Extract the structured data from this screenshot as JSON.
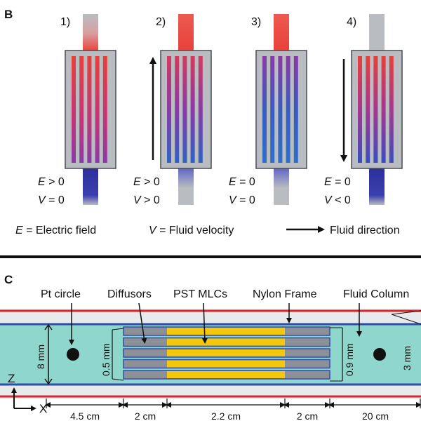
{
  "panel_b": {
    "letter": "B",
    "stages": [
      {
        "number": "1)",
        "e_var": "E",
        "e_op": " > 0",
        "v_var": "V",
        "v_op": " = 0",
        "top_tube": "hot-fade",
        "bottom_tube": "cold",
        "fin_gradient": "red-to-purple",
        "arrow": "none"
      },
      {
        "number": "2)",
        "e_var": "E",
        "e_op": " > 0",
        "v_var": "V",
        "v_op": " > 0",
        "top_tube": "hot",
        "bottom_tube": "cold-fade",
        "fin_gradient": "purple-to-blue",
        "arrow": "up"
      },
      {
        "number": "3)",
        "e_var": "E",
        "e_op": " = 0",
        "v_var": "V",
        "v_op": " = 0",
        "top_tube": "hot",
        "bottom_tube": "cold-fade",
        "fin_gradient": "purple-to-deepblue",
        "arrow": "none"
      },
      {
        "number": "4)",
        "e_var": "E",
        "e_op": " = 0",
        "v_var": "V",
        "v_op": " < 0",
        "top_tube": "grey",
        "bottom_tube": "cold",
        "fin_gradient": "red-to-blue",
        "arrow": "down"
      }
    ],
    "legend": {
      "e_var": "E",
      "e_text": " = Electric field",
      "v_var": "V",
      "v_text": " = Fluid velocity",
      "arrow_text": "Fluid direction"
    }
  },
  "panel_c": {
    "letter": "C",
    "labels": {
      "pt_circle": "Pt circle",
      "diffusors": "Diffusors",
      "pst_mlcs": "PST MLCs",
      "nylon_frame": "Nylon Frame",
      "fluid_column": "Fluid Column"
    },
    "dimensions": {
      "height_8mm": "8 mm",
      "gap_05mm": "0.5 mm",
      "stack_09mm": "0.9 mm",
      "channel_3mm": "3 mm"
    },
    "axis": {
      "z": "Z",
      "x": "X"
    },
    "spans": [
      "4.5 cm",
      "2 cm",
      "2.2 cm",
      "2 cm",
      "20 cm"
    ],
    "mlc_count": 5
  },
  "colors": {
    "hot": "#e8403a",
    "cold": "#2c2f9a",
    "grey": "#b9bcc0",
    "fluid": "#8fd6cc",
    "frame_red": "#d4262c",
    "frame_blue": "#2f4fa8",
    "pst_yellow": "#f5c70a",
    "diffusor_grey": "#8d9097"
  }
}
